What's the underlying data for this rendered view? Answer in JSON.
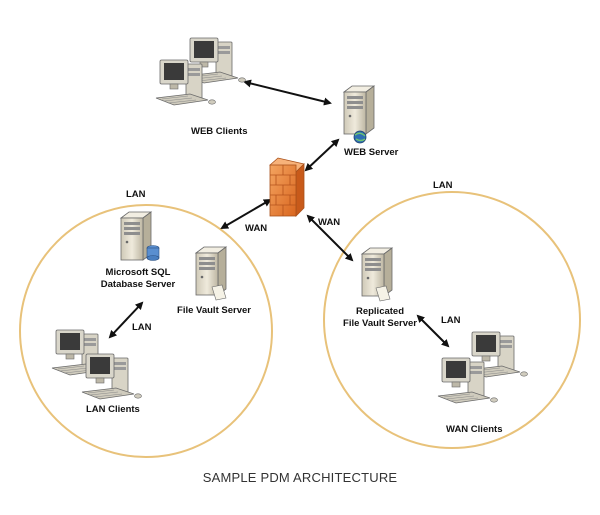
{
  "diagram": {
    "caption": "SAMPLE PDM ARCHITECTURE",
    "nodes": {
      "web_clients": "WEB Clients",
      "web_server": "WEB Server",
      "sql_server_line1": "Microsoft SQL",
      "sql_server_line2": "Database Server",
      "file_vault_server": "File Vault Server",
      "replicated_line1": "Replicated",
      "replicated_line2": "File Vault Server",
      "lan_clients": "LAN Clients",
      "wan_clients": "WAN Clients"
    },
    "zones": {
      "left_lan": "LAN",
      "right_lan": "LAN"
    },
    "links": {
      "firewall_to_left": "WAN",
      "firewall_to_right": "WAN",
      "left_internal": "LAN",
      "right_internal": "LAN"
    },
    "colors": {
      "zone_outline": "#e8c27a",
      "firewall": "#e8823a",
      "server_body": "#e7e2d3",
      "monitor_screen": "#3a3a3a"
    }
  }
}
